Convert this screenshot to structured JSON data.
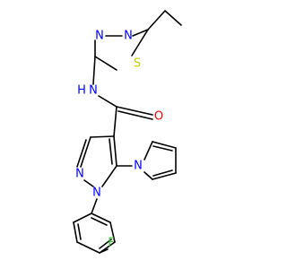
{
  "molecule": {
    "atoms": {
      "n_thiadiazole_top_left": "N",
      "n_thiadiazole_top_right": "N",
      "s_thiadiazole": "S",
      "n_amide": "N",
      "h_amide": "H",
      "o_carbonyl": "O",
      "n_pyrazole_2": "N",
      "n_pyrazole_1": "N",
      "n_pyrrole": "N",
      "f_fluoro": "F"
    }
  },
  "colors": {
    "bond": "#000000",
    "nitrogen": "#0000ff",
    "oxygen": "#ff0000",
    "sulfur": "#cccc00",
    "fluorine": "#33cc33",
    "hydrogen_label": "#000000",
    "background": "#ffffff"
  }
}
